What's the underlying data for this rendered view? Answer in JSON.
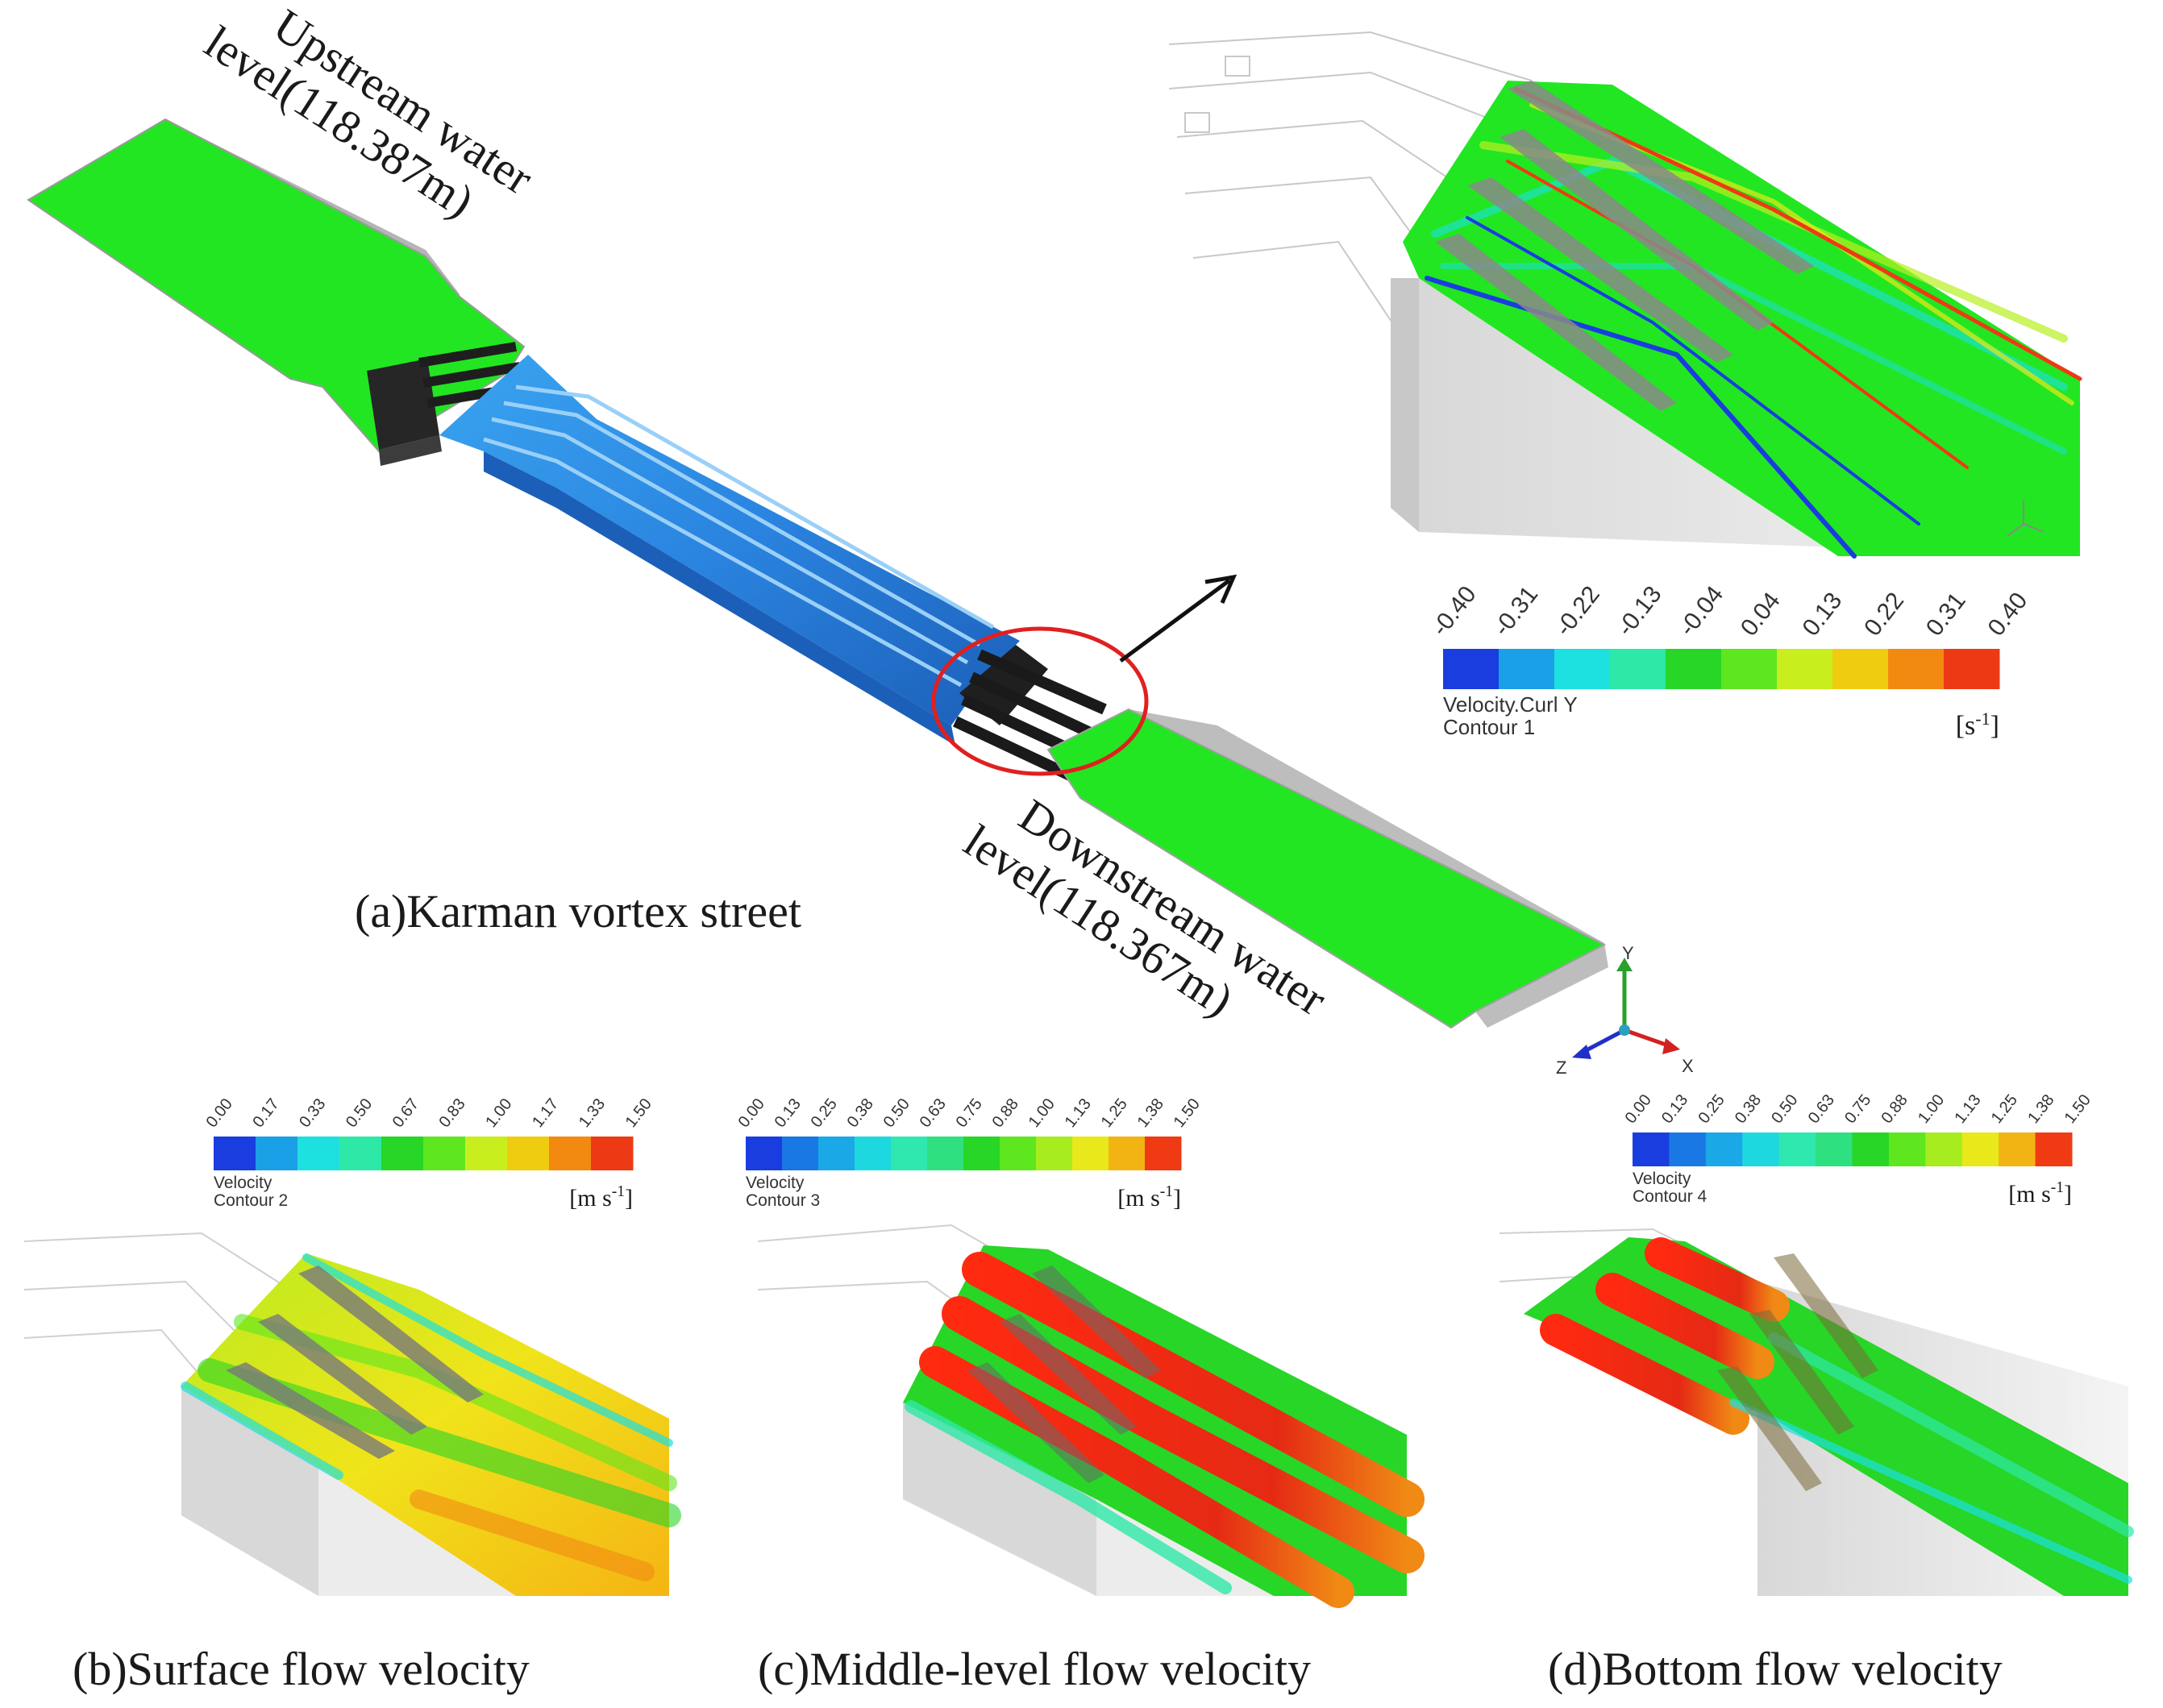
{
  "upstream_label": [
    "Upstream water",
    "level(118.387m)"
  ],
  "downstream_label": [
    "Downstream water",
    "level(118.367m)"
  ],
  "captions": {
    "a": "(a)Karman vortex street",
    "b": "(b)Surface flow velocity",
    "c": "(c)Middle-level flow velocity",
    "d": "(d)Bottom flow velocity"
  },
  "axis_letters": {
    "y": "Y",
    "x": "X",
    "z": "Z"
  },
  "colorbars": [
    {
      "id": "curl",
      "ticks": [
        "-0.40",
        "-0.31",
        "-0.22",
        "-0.13",
        "-0.04",
        "0.04",
        "0.13",
        "0.22",
        "0.31",
        "0.40"
      ],
      "colors": [
        "#1a3de0",
        "#1aa0e6",
        "#1de0e0",
        "#2ee8a8",
        "#27d627",
        "#5ee61e",
        "#c8ee1e",
        "#f0cc10",
        "#f28a12",
        "#ee3a14"
      ],
      "title": "Velocity.Curl Y",
      "subtitle": "Contour 1",
      "unit_base": "[s",
      "unit_sup": "-1",
      "unit_end": "]"
    },
    {
      "id": "v2",
      "ticks": [
        "0.00",
        "0.17",
        "0.33",
        "0.50",
        "0.67",
        "0.83",
        "1.00",
        "1.17",
        "1.33",
        "1.50"
      ],
      "colors": [
        "#1a3de0",
        "#1aa0e6",
        "#1de0e0",
        "#2ee8a8",
        "#27d627",
        "#5ee61e",
        "#c8ee1e",
        "#f0cc10",
        "#f28a12",
        "#ee3a14"
      ],
      "title": "Velocity",
      "subtitle": "Contour 2",
      "unit_base": "[m s",
      "unit_sup": "-1",
      "unit_end": "]"
    },
    {
      "id": "v3",
      "ticks": [
        "0.00",
        "0.13",
        "0.25",
        "0.38",
        "0.50",
        "0.63",
        "0.75",
        "0.88",
        "1.00",
        "1.13",
        "1.25",
        "1.38",
        "1.50"
      ],
      "colors": [
        "#1a3de0",
        "#1a78e4",
        "#1aa8e6",
        "#1ed8e0",
        "#2ee8b0",
        "#2ee080",
        "#27d627",
        "#5ee61e",
        "#a6ec1e",
        "#e8e81a",
        "#f2b412",
        "#ef3a14"
      ],
      "title": "Velocity",
      "subtitle": "Contour 3",
      "unit_base": "[m s",
      "unit_sup": "-1",
      "unit_end": "]"
    },
    {
      "id": "v4",
      "ticks": [
        "0.00",
        "0.13",
        "0.25",
        "0.38",
        "0.50",
        "0.63",
        "0.75",
        "0.88",
        "1.00",
        "1.13",
        "1.25",
        "1.38",
        "1.50"
      ],
      "colors": [
        "#1a3de0",
        "#1a78e4",
        "#1aa8e6",
        "#1ed8e0",
        "#2ee8b0",
        "#2ee080",
        "#27d627",
        "#5ee61e",
        "#a6ec1e",
        "#e8e81a",
        "#f2b412",
        "#ef3a14"
      ],
      "title": "Velocity",
      "subtitle": "Contour 4",
      "unit_base": "[m s",
      "unit_sup": "-1",
      "unit_end": "]"
    }
  ],
  "colors": {
    "water": "#22e622",
    "channel": "#2a8ee6",
    "channel_dark": "#1c5fb8",
    "wall": "#b8b8b8",
    "pier": "#2b2b2b",
    "highlight_ring": "#e02020"
  }
}
